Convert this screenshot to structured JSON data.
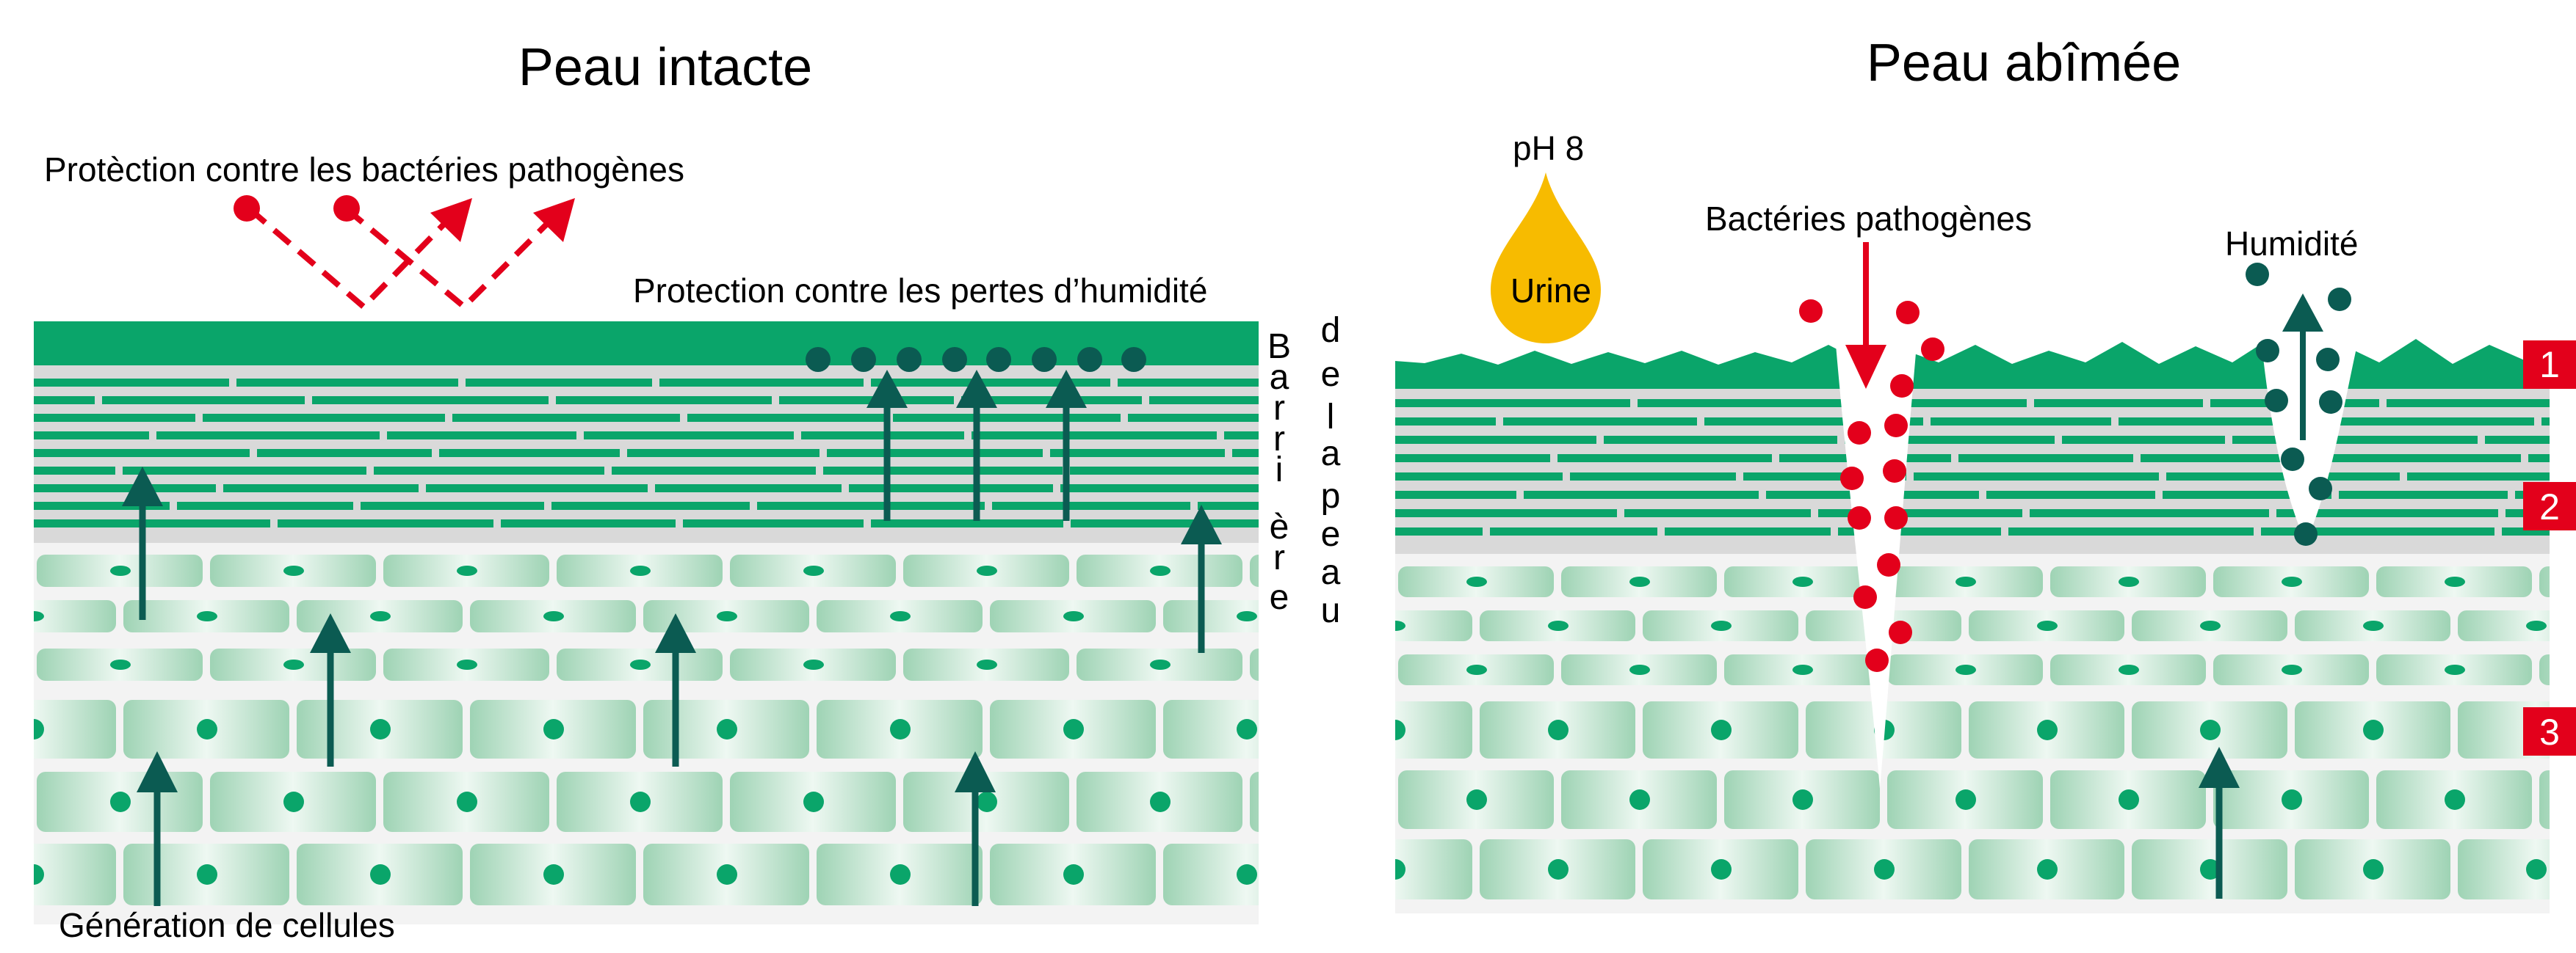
{
  "left_panel": {
    "title": "Peau intacte",
    "label_protection_bacteria": "Protèction contre les bactéries pathogènes",
    "label_protection_moisture": "Protection contre les pertes d’humidité",
    "label_cell_generation": "Génération de cellules",
    "vertical_label_col1": [
      "B",
      "a",
      "r",
      "r",
      "i",
      "è",
      "r",
      "e"
    ],
    "vertical_label_col2": [
      "d",
      "e",
      "l",
      "a",
      "p",
      "e",
      "a",
      "u"
    ]
  },
  "right_panel": {
    "title": "Peau abîmée",
    "label_ph": "pH 8",
    "label_urine": "Urine",
    "label_bacteria": "Bactéries pathogènes",
    "label_moisture": "Humidité",
    "markers": [
      "1",
      "2",
      "3"
    ]
  },
  "colors": {
    "skin_green": "#0aa56a",
    "dark_teal": "#0b5b52",
    "bacteria_red": "#e3001b",
    "urine_yellow": "#f7bb00",
    "barrier_gray": "#d9d9d9",
    "cell_light": "#d4ecdf",
    "marker_red": "#e3001b"
  }
}
